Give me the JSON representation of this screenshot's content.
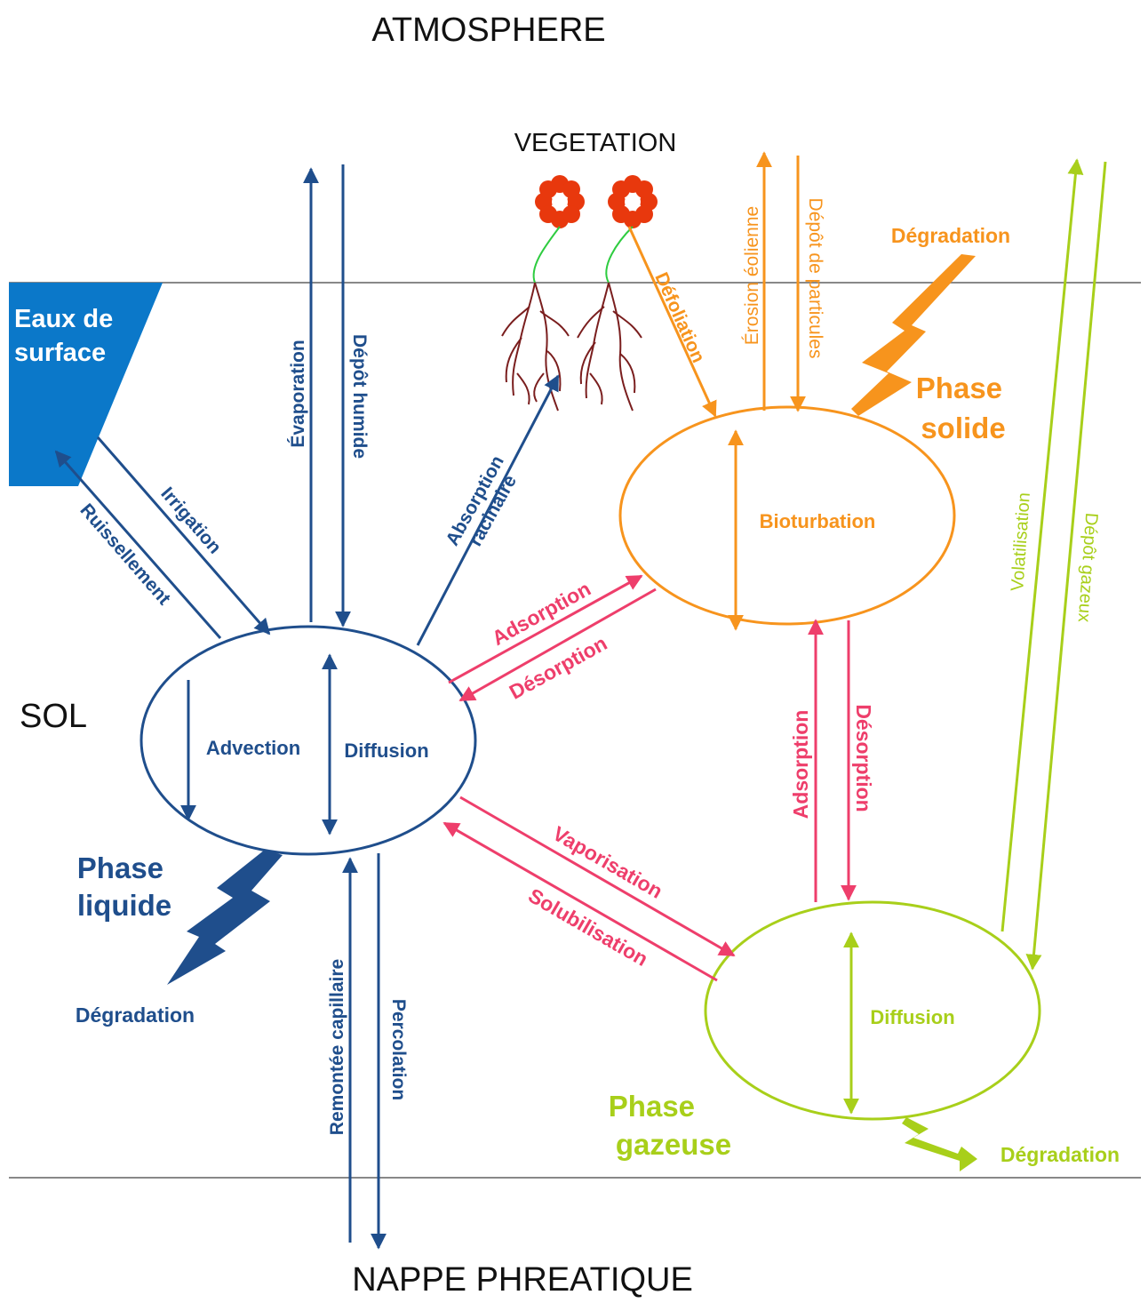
{
  "colors": {
    "liquid": "#1f4e8c",
    "solid": "#f7941d",
    "gas": "#a8cf1a",
    "exchange": "#ee3e6b",
    "surface_water": "#0b78c9",
    "ground_line": "#888888",
    "root": "#7a1e1e",
    "flower": "#e8380d",
    "stem": "#2ecc40"
  },
  "zones": {
    "atmosphere": "ATMOSPHERE",
    "vegetation": "VEGETATION",
    "sol": "SOL",
    "nappe": "NAPPE PHREATIQUE",
    "surface_water": [
      "Eaux de",
      "surface"
    ]
  },
  "phases": {
    "liquid": [
      "Phase",
      "liquide"
    ],
    "solid": [
      "Phase",
      "solide"
    ],
    "gas": [
      "Phase",
      "gazeuse"
    ]
  },
  "processes": {
    "advection": "Advection",
    "diffusion_liquid": "Diffusion",
    "bioturbation": "Bioturbation",
    "diffusion_gas": "Diffusion",
    "degradation_liquid": "Dégradation",
    "degradation_solid": "Dégradation",
    "degradation_gas": "Dégradation"
  },
  "fluxes": {
    "ruissellement": "Ruissellement",
    "irrigation": "Irrigation",
    "evaporation": "Évaporation",
    "depot_humide": "Dépôt humide",
    "absorption_racinaire": [
      "Absorption",
      "racinaire"
    ],
    "defoliation": "Défoliation",
    "erosion_eolienne": "Érosion éolienne",
    "depot_particules": "Dépôt de particules",
    "volatilisation": "Volatilisation",
    "depot_gazeux": "Dépôt gazeux",
    "adsorption_ls": "Adsorption",
    "desorption_ls": "Désorption",
    "adsorption_gs": "Adsorption",
    "desorption_gs": "Désorption",
    "vaporisation": "Vaporisation",
    "solubilisation": "Solubilisation",
    "remontee_capillaire": "Remontée capillaire",
    "percolation": "Percolation"
  }
}
